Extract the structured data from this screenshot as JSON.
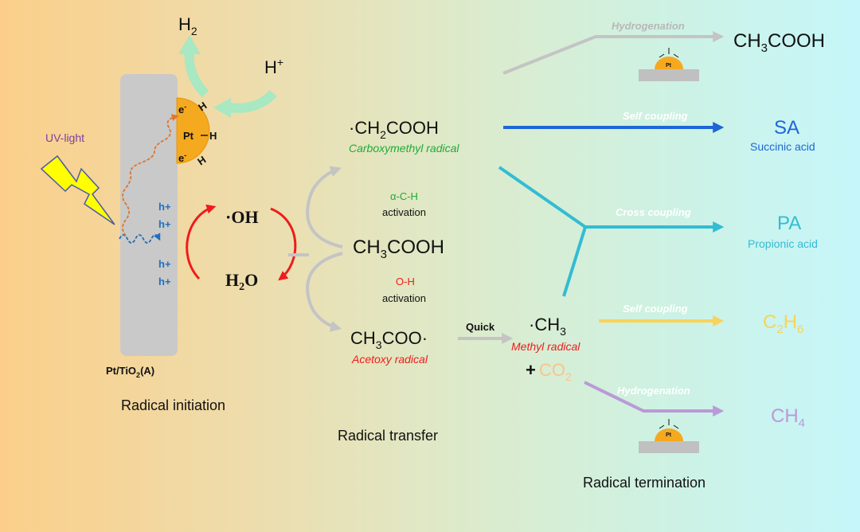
{
  "colors": {
    "bg_left": "#fbcf8a",
    "bg_mid": "#dcebcc",
    "bg_right": "#c6f6fa",
    "catalyst_bar": "#c9c9c9",
    "pt_particle": "#f5a91f",
    "uv": "#ffff00",
    "red": "#ee1c1c",
    "blue_hole": "#1f6fc0",
    "orange_electron": "#e0762a",
    "gray_arrow": "#c4c4c4",
    "green_text": "#1faa3a",
    "blue_sa": "#1d66d8",
    "teal_pa": "#33bcd3",
    "yellow_c2h6": "#f8d35a",
    "purple_ch4": "#b99ad8",
    "arrow_green_light": "#a8e8c2",
    "co2_orange": "#f9c38c",
    "label_gray": "#b8b8b8"
  },
  "initiation": {
    "h2_main": "H",
    "h2_sub": "2",
    "hplus_main": "H",
    "hplus_sup": "+",
    "uv_label": "UV-light",
    "pt_label": "Pt",
    "h_label": "H",
    "e_main": "e",
    "e_sup": "-",
    "hole_label": "h+",
    "oh_label": "·OH",
    "h2o_main": "H",
    "h2o_sub": "2",
    "h2o_tail": "O",
    "catalyst_a": "Pt/TiO",
    "catalyst_sub": "2",
    "catalyst_b": "(A)",
    "section_title": "Radical initiation"
  },
  "transfer": {
    "ch2cooh_a": "·CH",
    "ch2cooh_sub": "2",
    "ch2cooh_b": "COOH",
    "carboxymethyl_label": "Carboxymethyl radical",
    "ach_line1": "α-C-H",
    "ach_line2": "activation",
    "ch3cooh_a": "CH",
    "ch3cooh_sub": "3",
    "ch3cooh_b": "COOH",
    "oh_line1": "O-H",
    "oh_line2": "activation",
    "acetoxy_a": "CH",
    "acetoxy_sub": "3",
    "acetoxy_b": "COO·",
    "acetoxy_label": "Acetoxy radical",
    "quick_label": "Quick",
    "ch3_a": "·CH",
    "ch3_sub": "3",
    "methyl_label": "Methyl radical",
    "plus": "+",
    "co2_a": "CO",
    "co2_sub": "2",
    "section_title": "Radical transfer"
  },
  "termination": {
    "hydrogenation_label": "Hydrogenation",
    "self_coupling_label": "Self coupling",
    "cross_coupling_label": "Cross coupling",
    "product_ch3cooh_a": "CH",
    "product_ch3cooh_sub": "3",
    "product_ch3cooh_b": "COOH",
    "product_sa": "SA",
    "product_sa_name": "Succinic acid",
    "product_pa": "PA",
    "product_pa_name": "Propionic acid",
    "product_c2h6_a": "C",
    "product_c2h6_sub1": "2",
    "product_c2h6_b": "H",
    "product_c2h6_sub2": "6",
    "product_ch4_a": "CH",
    "product_ch4_sub": "4",
    "mini_pt": "Pt",
    "section_title": "Radical termination"
  }
}
